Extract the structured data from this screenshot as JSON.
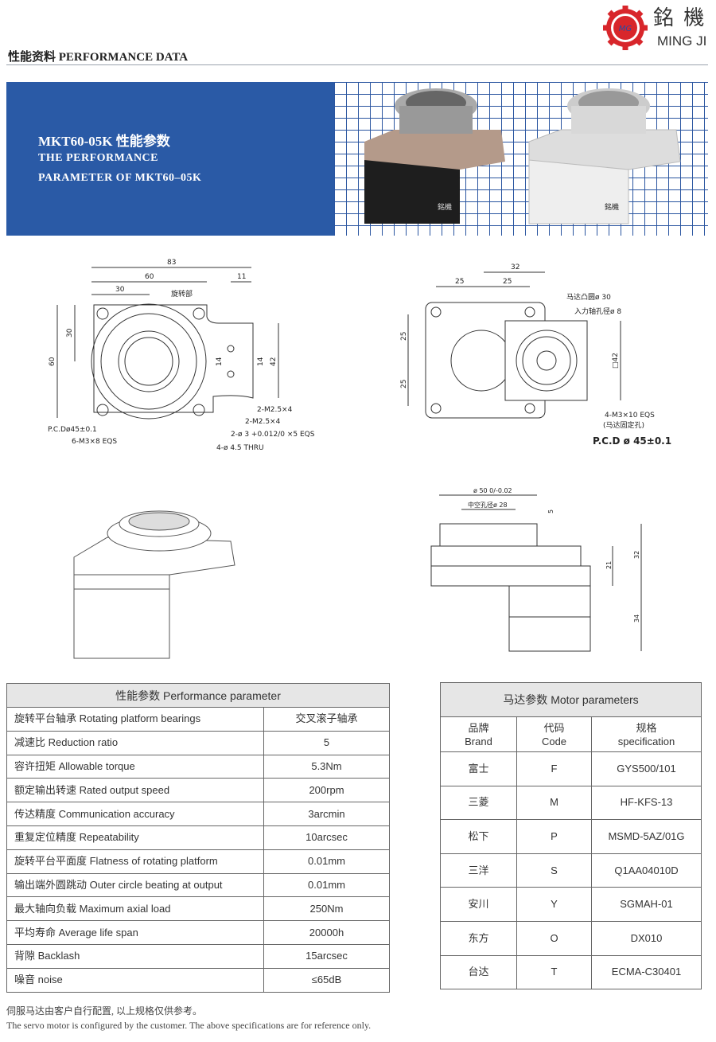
{
  "logo": {
    "cn": "銘 機",
    "en": "MING JI",
    "mark": "MG"
  },
  "section_title": "性能资料 PERFORMANCE DATA",
  "banner": {
    "line1": "MKT60-05K 性能参数",
    "line2": "THE PERFORMANCE",
    "line3": "PARAMETER OF MKT60–05K"
  },
  "photo": {
    "brand_mark": "銘機"
  },
  "drawing_top": {
    "d83": "83",
    "d60": "60",
    "d30": "30",
    "d11": "11",
    "rot": "旋转部",
    "v30": "30",
    "v60": "60",
    "v14a": "14",
    "v14b": "14",
    "v42": "42",
    "n1": "2-M2.5×4",
    "n2": "2-M2.5×4",
    "n3": "2-ø 3 +0.012/0 ×5 EQS",
    "n4": "4-ø 4.5 THRU",
    "n5": "P.C.Dø45±0.1",
    "n6": "6-M3×8 EQS"
  },
  "drawing_motor": {
    "d32": "32",
    "d25a": "25",
    "d25b": "25",
    "v25a": "25",
    "v25b": "25",
    "sq42": "□42",
    "n1": "马达凸圆ø 30",
    "n2": "入力轴孔径ø 8",
    "n3": "4-M3×10 EQS",
    "n4": "(马达固定孔)",
    "n5": "P.C.D ø 45±0.1"
  },
  "drawing_side": {
    "d50": "ø 50 0/-0.02",
    "d28": "中空孔径ø 28",
    "d5": "5",
    "d21": "21",
    "d32": "32",
    "d34": "34"
  },
  "perf_table": {
    "title": "性能参数 Performance parameter",
    "rows": [
      {
        "k": "旋转平台轴承 Rotating platform bearings",
        "v": "交叉滚子轴承"
      },
      {
        "k": "减速比 Reduction ratio",
        "v": "5"
      },
      {
        "k": "容许扭矩 Allowable torque",
        "v": "5.3Nm"
      },
      {
        "k": "额定输出转速 Rated output speed",
        "v": "200rpm"
      },
      {
        "k": "传达精度 Communication accuracy",
        "v": "3arcmin"
      },
      {
        "k": "重复定位精度 Repeatability",
        "v": "10arcsec"
      },
      {
        "k": "旋转平台平面度 Flatness of rotating platform",
        "v": "0.01mm"
      },
      {
        "k": "输出端外圆跳动 Outer circle beating at output",
        "v": "0.01mm"
      },
      {
        "k": "最大轴向负载 Maximum axial load",
        "v": "250Nm"
      },
      {
        "k": "平均寿命 Average life span",
        "v": "20000h"
      },
      {
        "k": "背隙 Backlash",
        "v": "15arcsec"
      },
      {
        "k": "噪音 noise",
        "v": "≤65dB"
      }
    ]
  },
  "motor_table": {
    "title": "马达参数 Motor parameters",
    "headers": [
      {
        "cn": "品牌",
        "en": "Brand"
      },
      {
        "cn": "代码",
        "en": "Code"
      },
      {
        "cn": "规格",
        "en": "specification"
      }
    ],
    "rows": [
      [
        "富士",
        "F",
        "GYS500/101"
      ],
      [
        "三菱",
        "M",
        "HF-KFS-13"
      ],
      [
        "松下",
        "P",
        "MSMD-5AZ/01G"
      ],
      [
        "三洋",
        "S",
        "Q1AA04010D"
      ],
      [
        "安川",
        "Y",
        "SGMAH-01"
      ],
      [
        "东方",
        "O",
        "DX010"
      ],
      [
        "台达",
        "T",
        "ECMA-C30401"
      ]
    ]
  },
  "notes": {
    "cn": "伺服马达由客户自行配置, 以上规格仅供参考。",
    "en": "The servo motor is configured by the customer. The above specifications are for reference only."
  }
}
